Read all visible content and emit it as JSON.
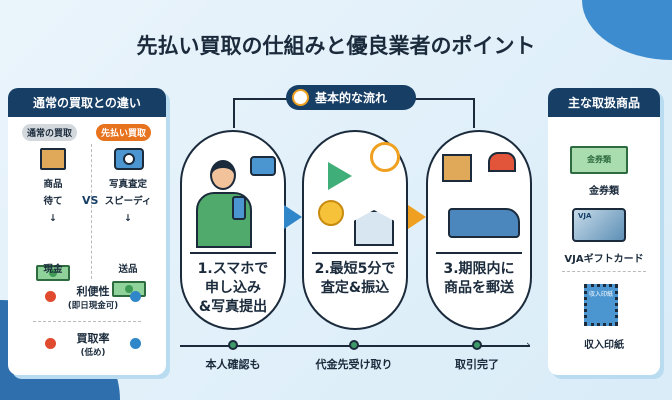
{
  "title": "先払い買取の仕組みと優良業者のポイント",
  "left_panel": {
    "header": "通常の買取との違い",
    "normal_label": "通常の買取",
    "prepay_label": "先払い買取",
    "normal_steps": [
      "商品",
      "待て",
      "現金"
    ],
    "prepay_steps": [
      "写真査定",
      "スピーディ",
      "送品"
    ],
    "vs": "VS",
    "rows": [
      {
        "label": "利便性",
        "sub": "(即日現金可)"
      },
      {
        "label": "買取率",
        "sub": "(低め)"
      }
    ]
  },
  "flow": {
    "header": "基本的な流れ",
    "steps": [
      {
        "text": "1.スマホで\n申し込み\n&写真提出"
      },
      {
        "text": "2.最短5分で\n査定&振込"
      },
      {
        "text": "3.期限内に\n商品を郵送"
      }
    ],
    "timeline": [
      "本人確認も",
      "代金先受け取り",
      "取引完了"
    ]
  },
  "right_panel": {
    "header": "主な取扱商品",
    "items": [
      {
        "label": "金券類",
        "icon_text": "金券類"
      },
      {
        "label": "VJAギフトカード",
        "icon_text": "VJA"
      },
      {
        "label": "収入印紙",
        "icon_text": "収入印紙"
      }
    ]
  },
  "colors": {
    "navy": "#173f66",
    "orange": "#e8731f",
    "gray_pill": "#d3d8dd",
    "red_dot": "#e04a2f",
    "blue_dot": "#2f86c9",
    "green": "#3f9a6a"
  }
}
